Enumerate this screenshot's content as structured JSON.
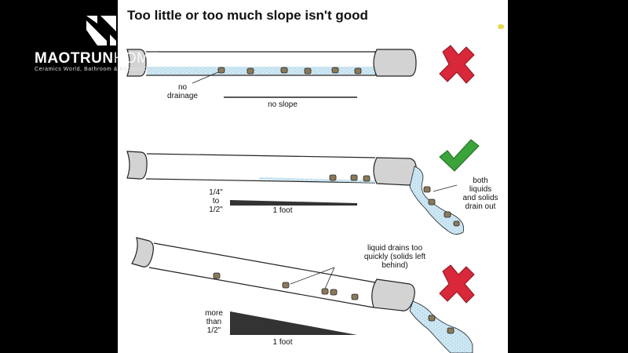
{
  "title": "Too little or too much slope isn't good",
  "brand": {
    "name_bold": "MAOTRUN",
    "name_light": "HOME",
    "tagline": "Ceramics World, Bathroom & Kitchen Cen..."
  },
  "panels": [
    {
      "status": "wrong",
      "labels": {
        "no_drainage": "no\ndrainage",
        "slope": "no slope"
      }
    },
    {
      "status": "correct",
      "labels": {
        "drop": "1/4\"\nto\n1/2\"",
        "run": "1 foot",
        "result": "both\nliquids\nand solids\ndrain out"
      }
    },
    {
      "status": "wrong",
      "labels": {
        "note": "liquid drains too\nquickly (solids left\nbehind)",
        "drop": "more\nthan\n1/2\"",
        "run": "1 foot"
      }
    }
  ],
  "colors": {
    "background": "#000000",
    "panel": "#ffffff",
    "wrong_mark": "#d8283a",
    "correct_mark": "#3aa33a",
    "water": "#cfe8f4",
    "pipe": "#d3d3d3",
    "solids": "#8a7a5a"
  },
  "icons": [
    "x-mark-icon",
    "check-mark-icon",
    "x-mark-icon"
  ]
}
